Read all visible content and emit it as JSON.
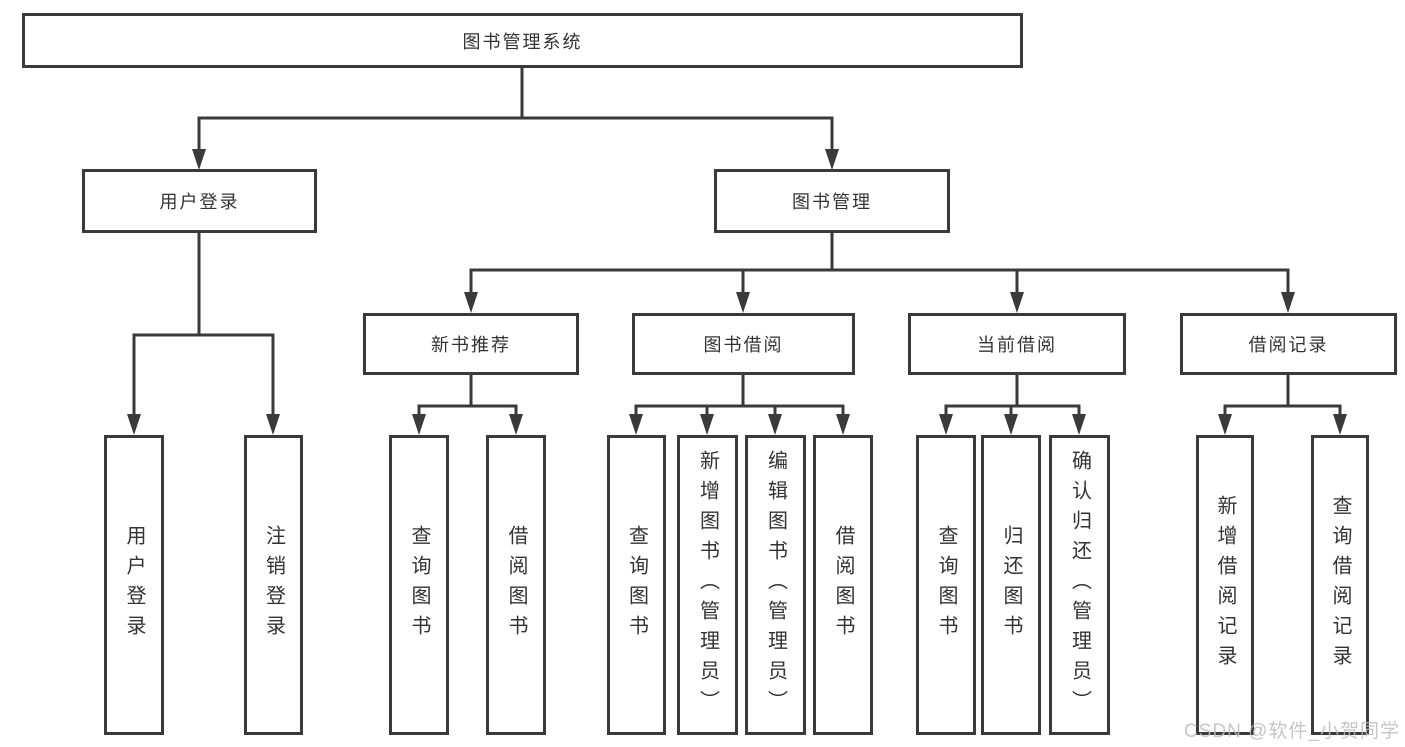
{
  "tree": {
    "root": {
      "label": "图书管理系统"
    },
    "branches": [
      {
        "label": "用户登录",
        "children": [
          {
            "label": "用户登录"
          },
          {
            "label": "注销登录"
          }
        ]
      },
      {
        "label": "图书管理",
        "children": [
          {
            "label": "新书推荐",
            "children": [
              {
                "label": "查询图书"
              },
              {
                "label": "借阅图书"
              }
            ]
          },
          {
            "label": "图书借阅",
            "children": [
              {
                "label": "查询图书"
              },
              {
                "label": "新增图书（管理员）"
              },
              {
                "label": "编辑图书（管理员）"
              },
              {
                "label": "借阅图书"
              }
            ]
          },
          {
            "label": "当前借阅",
            "children": [
              {
                "label": "查询图书"
              },
              {
                "label": "归还图书"
              },
              {
                "label": "确认归还（管理员）"
              }
            ]
          },
          {
            "label": "借阅记录",
            "children": [
              {
                "label": "新增借阅记录"
              },
              {
                "label": "查询借阅记录"
              }
            ]
          }
        ]
      }
    ]
  },
  "watermark": "CSDN @软件_小贺同学",
  "colors": {
    "line": "#3a3a3a",
    "box_border": "#3a3a3a",
    "text": "#333333",
    "watermark": "#bcbcc2",
    "background": "#ffffff"
  }
}
